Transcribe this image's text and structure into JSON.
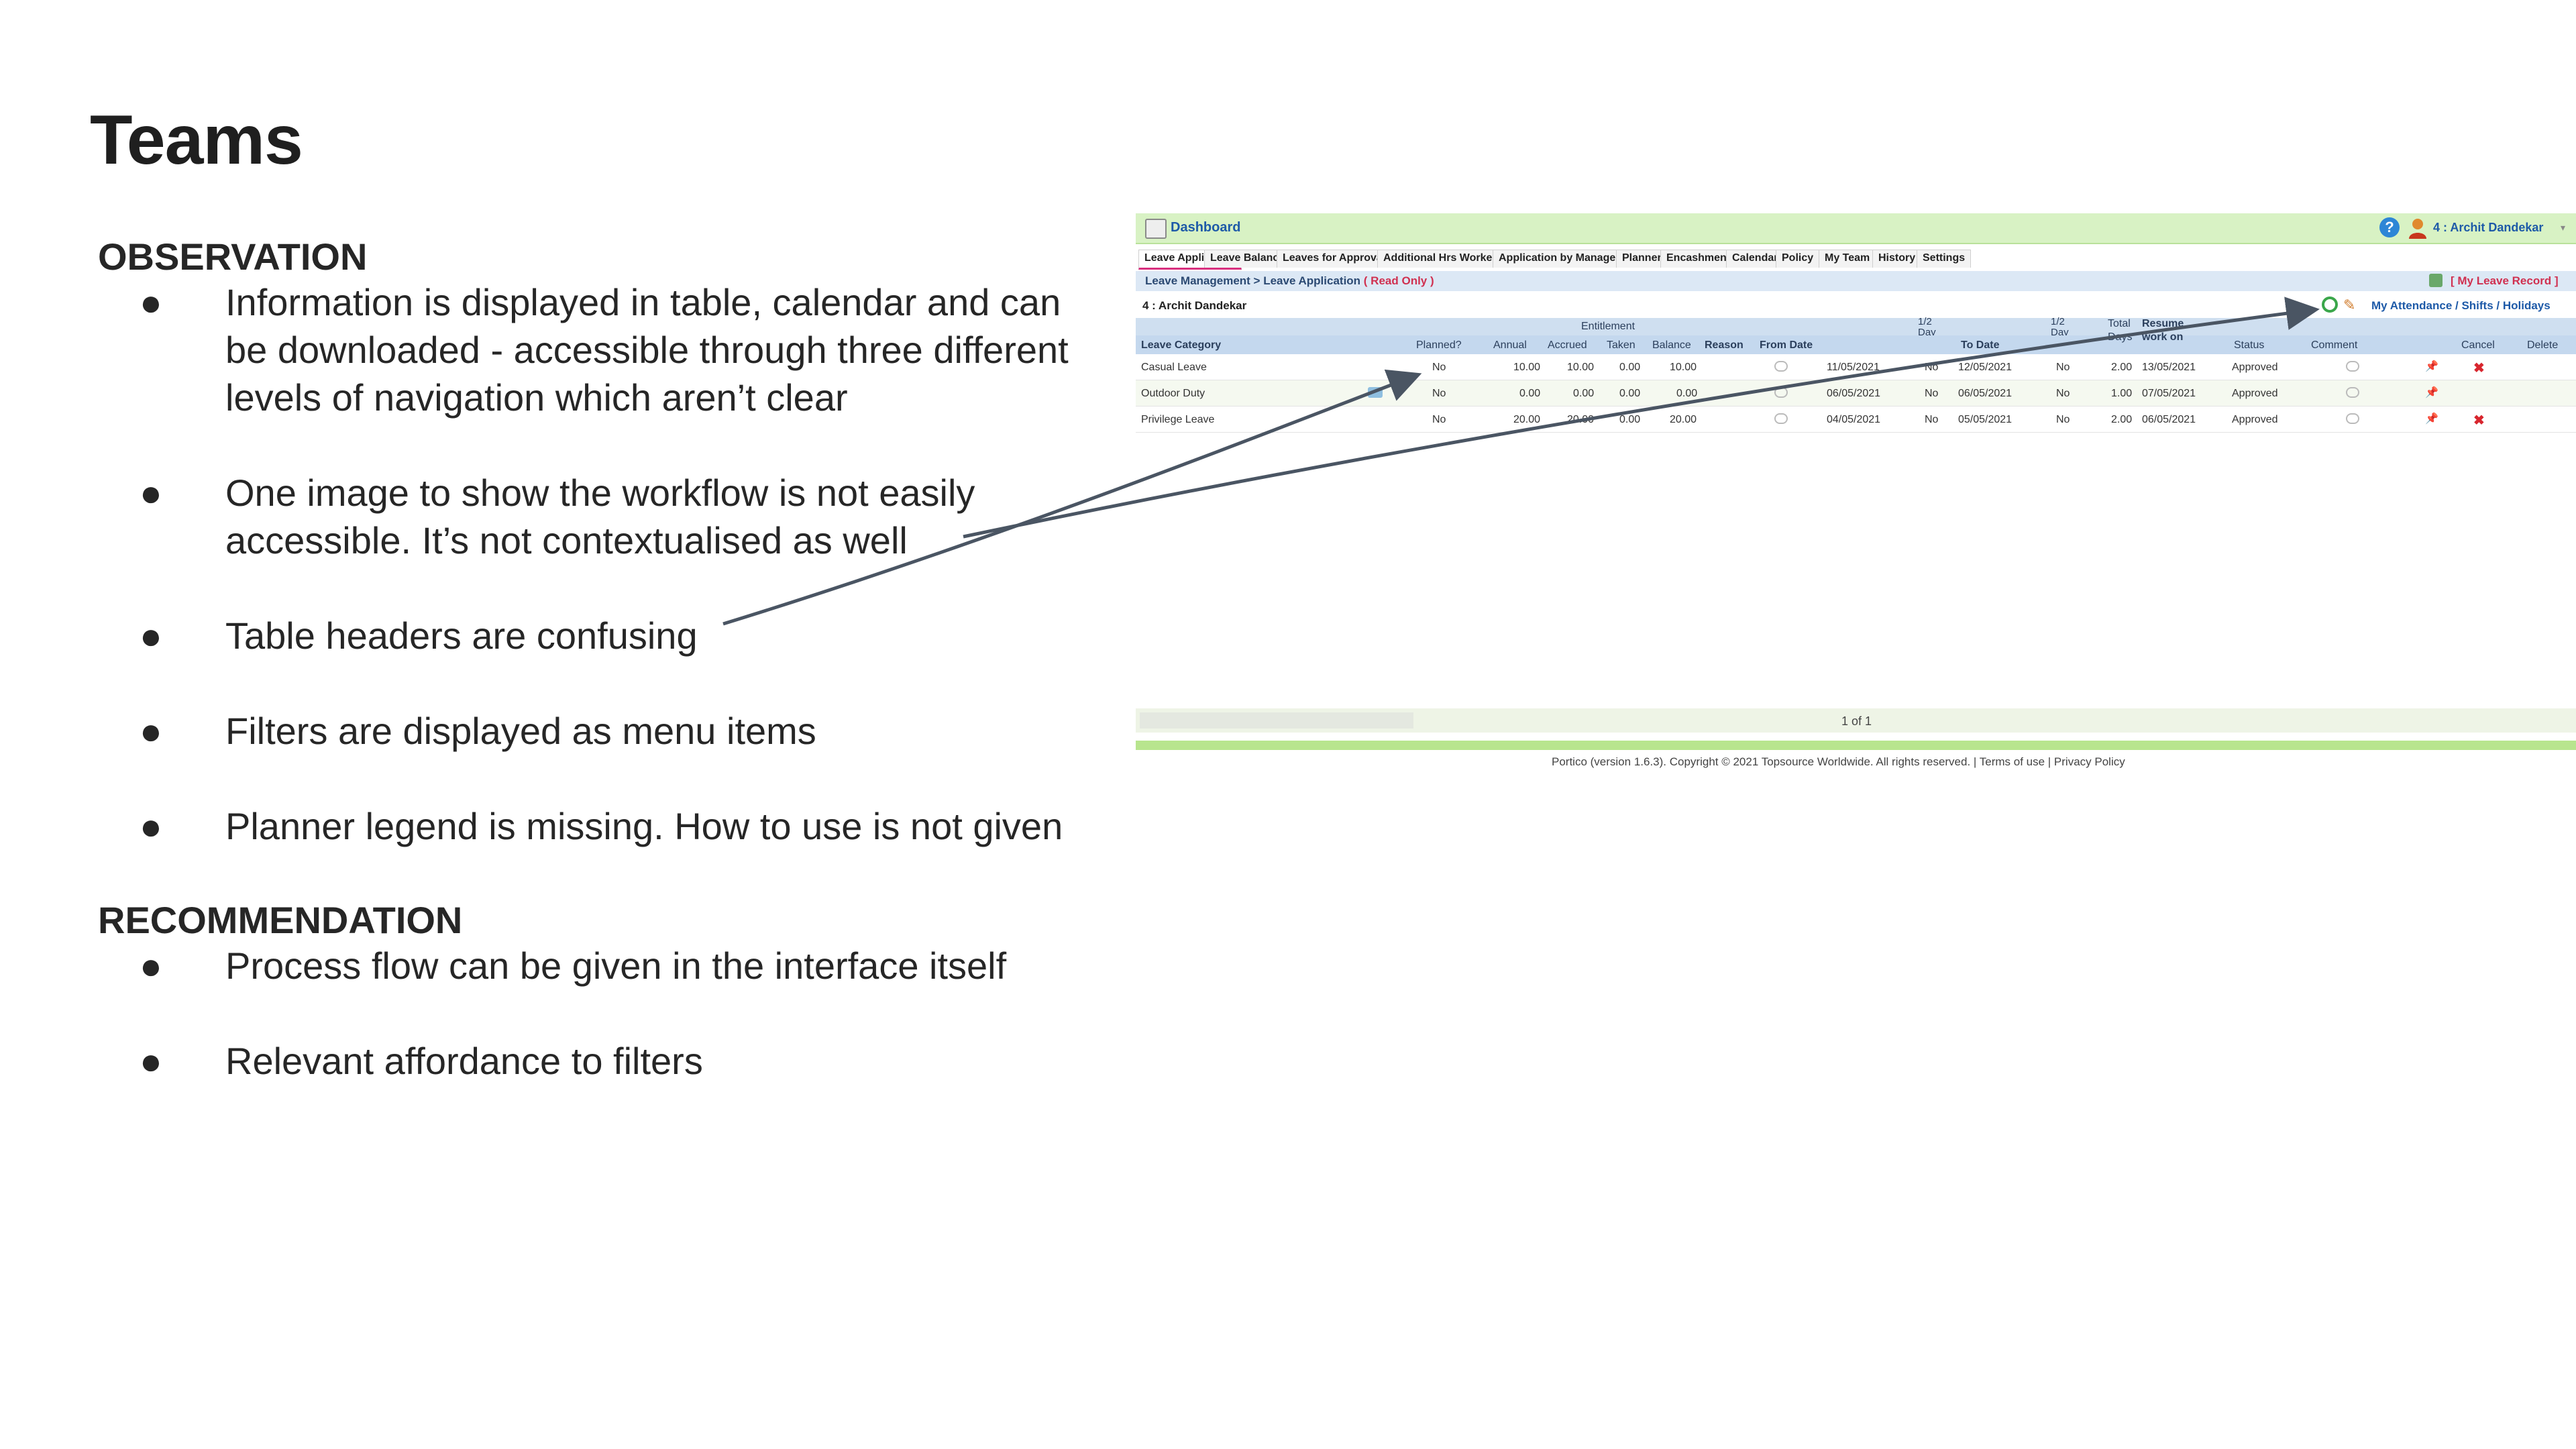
{
  "slide": {
    "title": "Teams",
    "observation_heading": "OBSERVATION",
    "observations": [
      [
        "Information is displayed in table, calendar and can",
        "be downloaded - accessible through three different",
        "levels of navigation which aren’t clear"
      ],
      [
        "One image to show the workflow is not easily",
        "accessible. It’s not contextualised as well"
      ],
      [
        "Table headers are confusing"
      ],
      [
        "Filters are displayed as menu items"
      ],
      [
        "Planner legend is missing. How to use is not given"
      ]
    ],
    "recommendation_heading": "RECOMMENDATION",
    "recommendations": [
      [
        "Process flow can be given in the interface itself"
      ],
      [
        "Relevant affordance to filters"
      ]
    ],
    "bullet_glyph": "●"
  },
  "app": {
    "dashboard_label": "Dashboard",
    "help_glyph": "?",
    "user_label": "4 : Archit Dandekar",
    "user_caret": "▾",
    "tabs": [
      "Leave Application",
      "Leave Balances",
      "Leaves for Approval",
      "Additional Hrs Worked",
      "Application by Manager",
      "Planner",
      "Encashment",
      "Calendar",
      "Policy",
      "My Team",
      "History",
      "Settings"
    ],
    "breadcrumb": "Leave Management > Leave Application",
    "breadcrumb_flag": "( Read Only )",
    "record_link": "[ My Leave Record ]",
    "person": "4 : Archit Dandekar",
    "attendance_link": "My Attendance / Shifts / Holidays",
    "header_top": {
      "entitlement": "Entitlement",
      "half_day_from": "1/2\nDay",
      "half_day_to": "1/2\nDay",
      "total": "Total",
      "resume": "Resume"
    },
    "headers": {
      "category": "Leave Category",
      "planned": "Planned?",
      "annual": "Annual",
      "accrued": "Accrued",
      "taken": "Taken",
      "balance": "Balance",
      "reason": "Reason",
      "from_date": "From Date",
      "to_date": "To Date",
      "days": "Days",
      "work_on": "work on",
      "status": "Status",
      "comment": "Comment",
      "cancel": "Cancel",
      "delete": "Delete"
    },
    "rows": [
      {
        "category": "Casual Leave",
        "planned": "No",
        "annual": "10.00",
        "accrued": "10.00",
        "taken": "0.00",
        "balance": "10.00",
        "from": "11/05/2021",
        "half_from": "No",
        "to": "12/05/2021",
        "half_to": "No",
        "days": "2.00",
        "resume": "13/05/2021",
        "status": "Approved",
        "cancel": "✖"
      },
      {
        "category": "Outdoor Duty",
        "planned": "No",
        "annual": "0.00",
        "accrued": "0.00",
        "taken": "0.00",
        "balance": "0.00",
        "from": "06/05/2021",
        "half_from": "No",
        "to": "06/05/2021",
        "half_to": "No",
        "days": "1.00",
        "resume": "07/05/2021",
        "status": "Approved",
        "cancel": ""
      },
      {
        "category": "Privilege Leave",
        "planned": "No",
        "annual": "20.00",
        "accrued": "20.00",
        "taken": "0.00",
        "balance": "20.00",
        "from": "04/05/2021",
        "half_from": "No",
        "to": "05/05/2021",
        "half_to": "No",
        "days": "2.00",
        "resume": "06/05/2021",
        "status": "Approved",
        "cancel": "✖"
      }
    ],
    "pager": "1 of 1",
    "footer": "Portico (version 1.6.3). Copyright © 2021 Topsource Worldwide. All rights reserved. | Terms of use | Privacy Policy",
    "arrow_color": "#4a5563"
  }
}
